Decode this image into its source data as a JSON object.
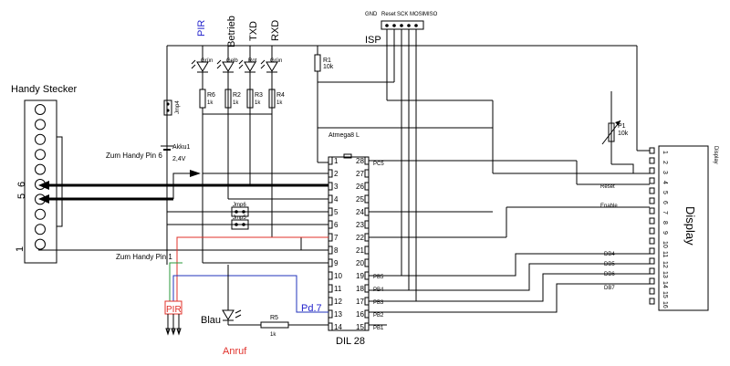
{
  "labels": {
    "handy_title": "Handy Stecker",
    "pin5": "5",
    "pin6": "6",
    "pin1": "1",
    "to_pin6": "Zum Handy Pin 6",
    "to_pin1": "Zum Handy Pin 1",
    "pir_top": "PIR",
    "betrieb": "Betrieb",
    "txd": "TXD",
    "rxd": "RXD",
    "led1": "Grün",
    "led2": "Gelb",
    "led3": "Rot",
    "led4": "Grün",
    "r6": "R6",
    "r2": "R2",
    "r3": "R3",
    "r4": "R4",
    "r1": "R1",
    "r5": "R5",
    "r_1k": "1k",
    "r_10k": "10k",
    "jmp4": "Jmp4",
    "jmp6": "Jmp6",
    "jmp5": "Jmp5",
    "akku": "Akku1",
    "akku_v": "2,4V",
    "isp": "ISP",
    "isp_gnd": "GND",
    "isp_reset": "Reset",
    "isp_sck": "SCK",
    "isp_mosi": "MOSI",
    "isp_miso": "MISO",
    "mcu": "Atmega8 L",
    "dil": "DIL 28",
    "pc5": "PC5",
    "pb5": "PB5",
    "pb4": "PB4",
    "pb3": "PB3",
    "pb2": "PB2",
    "pb1": "PB1",
    "p1": "P1",
    "p1_val": "10k",
    "display_small": "Display",
    "display_big": "Display",
    "reset": "Reset",
    "enable": "Enable",
    "db4": "DB4",
    "db5": "DB5",
    "db6": "DB6",
    "db7": "DB7",
    "blau": "Blau",
    "pd7": "Pd.7",
    "pir_box": "PIR",
    "anruf": "Anruf"
  },
  "mcu_pins_left": [
    "1",
    "2",
    "3",
    "4",
    "5",
    "6",
    "7",
    "8",
    "9",
    "10",
    "11",
    "12",
    "13",
    "14"
  ],
  "mcu_pins_right": [
    "28",
    "27",
    "26",
    "25",
    "24",
    "23",
    "22",
    "21",
    "20",
    "19",
    "18",
    "17",
    "16",
    "15"
  ],
  "display_pins": [
    "1",
    "2",
    "3",
    "4",
    "5",
    "6",
    "7",
    "8",
    "9",
    "10",
    "11",
    "12",
    "13",
    "14",
    "15",
    "16"
  ],
  "colors": {
    "wire": "#000000",
    "red": "#e0302a",
    "blue": "#2233bb",
    "green": "#2a9a3a",
    "pin_label_blue": "#2222cc"
  }
}
